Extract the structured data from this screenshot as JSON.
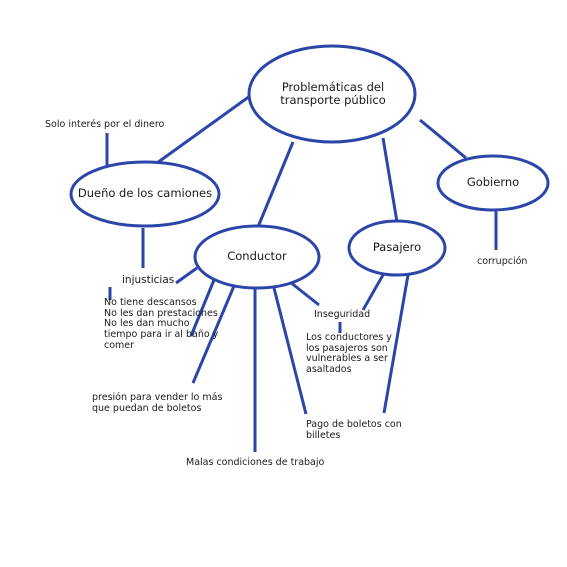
{
  "nodes": {
    "root": [
      "Problemáticas del",
      "transporte público"
    ],
    "dueno": "Dueño de los camiones",
    "conductor": "Conductor",
    "pasajero": "Pasajero",
    "gobierno": "Gobierno"
  },
  "leaves": {
    "solo_interes": "Solo interés por el dinero",
    "injusticias": "injusticias",
    "no_tiene": [
      "No tiene descansos",
      "No les dan prestaciones",
      "No les dan mucho",
      "tiempo para ir al baño y",
      "comer"
    ],
    "presion": [
      "presión para vender lo más",
      "que puedan de boletos"
    ],
    "malas": "Malas condiciones de trabajo",
    "inseguridad": "Inseguridad",
    "conductores_pasajeros": [
      "Los conductores y",
      "los pasajeros son",
      "vulnerables a ser",
      "asaltados"
    ],
    "pago": [
      "Pago de boletos con",
      "billetes"
    ],
    "corrupcion": "corrupción"
  },
  "colors": {
    "stroke": "#2b46a8",
    "text": "#1a1a1a",
    "background": "#ffffff"
  }
}
